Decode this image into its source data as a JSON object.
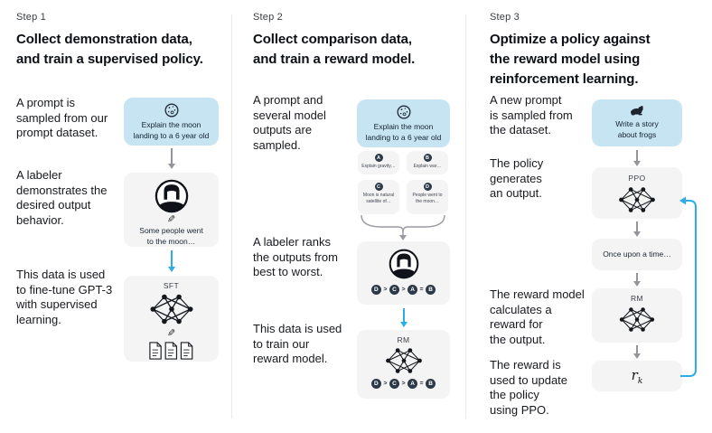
{
  "colors": {
    "prompt_card_blue": "#c7e4f2",
    "panel_gray": "#f4f4f5",
    "accent_blue": "#2badea",
    "arrow_gray": "#94949c",
    "ink": "#14181d"
  },
  "step1": {
    "step_label": "Step 1",
    "heading": "Collect demonstration data,\nand train a supervised policy.",
    "captions": {
      "prompt": "A prompt is\nsampled from our\nprompt dataset.",
      "labeler": "A labeler\ndemonstrates the\ndesired output\nbehavior.",
      "data": "This data is used\nto fine-tune GPT-3\nwith supervised\nlearning."
    },
    "prompt_card": {
      "icon": "moon-icon",
      "text": "Explain the moon\nlanding to a 6 year old"
    },
    "labeler_card": {
      "icon": "labeler-avatar-icon",
      "pencil_glyph": "✎",
      "text": "Some people went\nto the moon…"
    },
    "sft_card": {
      "label": "SFT",
      "pencil_glyph": "✎",
      "icons": [
        "network-icon",
        "pencil-icon",
        "documents-icon"
      ]
    }
  },
  "step2": {
    "step_label": "Step 2",
    "heading": "Collect comparison data,\nand train a reward model.",
    "captions": {
      "prompt": "A prompt and\nseveral model\noutputs are\nsampled.",
      "labeler": "A labeler ranks\nthe outputs from\nbest to worst.",
      "data": "This data is used\nto train our\nreward model."
    },
    "prompt_card": {
      "icon": "moon-icon",
      "text": "Explain the moon\nlanding to a 6 year old"
    },
    "outputs": [
      {
        "letter": "A",
        "text": "Explain gravity…"
      },
      {
        "letter": "B",
        "text": "Explain war…"
      },
      {
        "letter": "C",
        "text": "Moon is natural\nsatellite of…"
      },
      {
        "letter": "D",
        "text": "People went to\nthe moon…"
      }
    ],
    "ranking": [
      "D",
      ">",
      "C",
      ">",
      "A",
      "=",
      "B"
    ],
    "labeler_card": {
      "icon": "labeler-avatar-icon"
    },
    "rm_card": {
      "label": "RM",
      "icon": "network-icon"
    }
  },
  "step3": {
    "step_label": "Step 3",
    "heading": "Optimize a policy against\nthe reward model using\nreinforcement learning.",
    "captions": {
      "prompt": "A new prompt\nis sampled from\nthe dataset.",
      "policy": "The policy\ngenerates\nan output.",
      "reward": "The reward model\ncalculates a\nreward for\nthe output.",
      "update": "The reward is\nused to update\nthe policy\nusing PPO."
    },
    "prompt_card": {
      "icon": "frog-icon",
      "text": "Write a story\nabout frogs"
    },
    "ppo_card": {
      "label": "PPO",
      "icon": "network-icon"
    },
    "output_card": {
      "text": "Once upon a time…"
    },
    "rm_card": {
      "label": "RM",
      "icon": "network-icon"
    },
    "reward_card": {
      "base": "r",
      "subscript": "k"
    }
  }
}
